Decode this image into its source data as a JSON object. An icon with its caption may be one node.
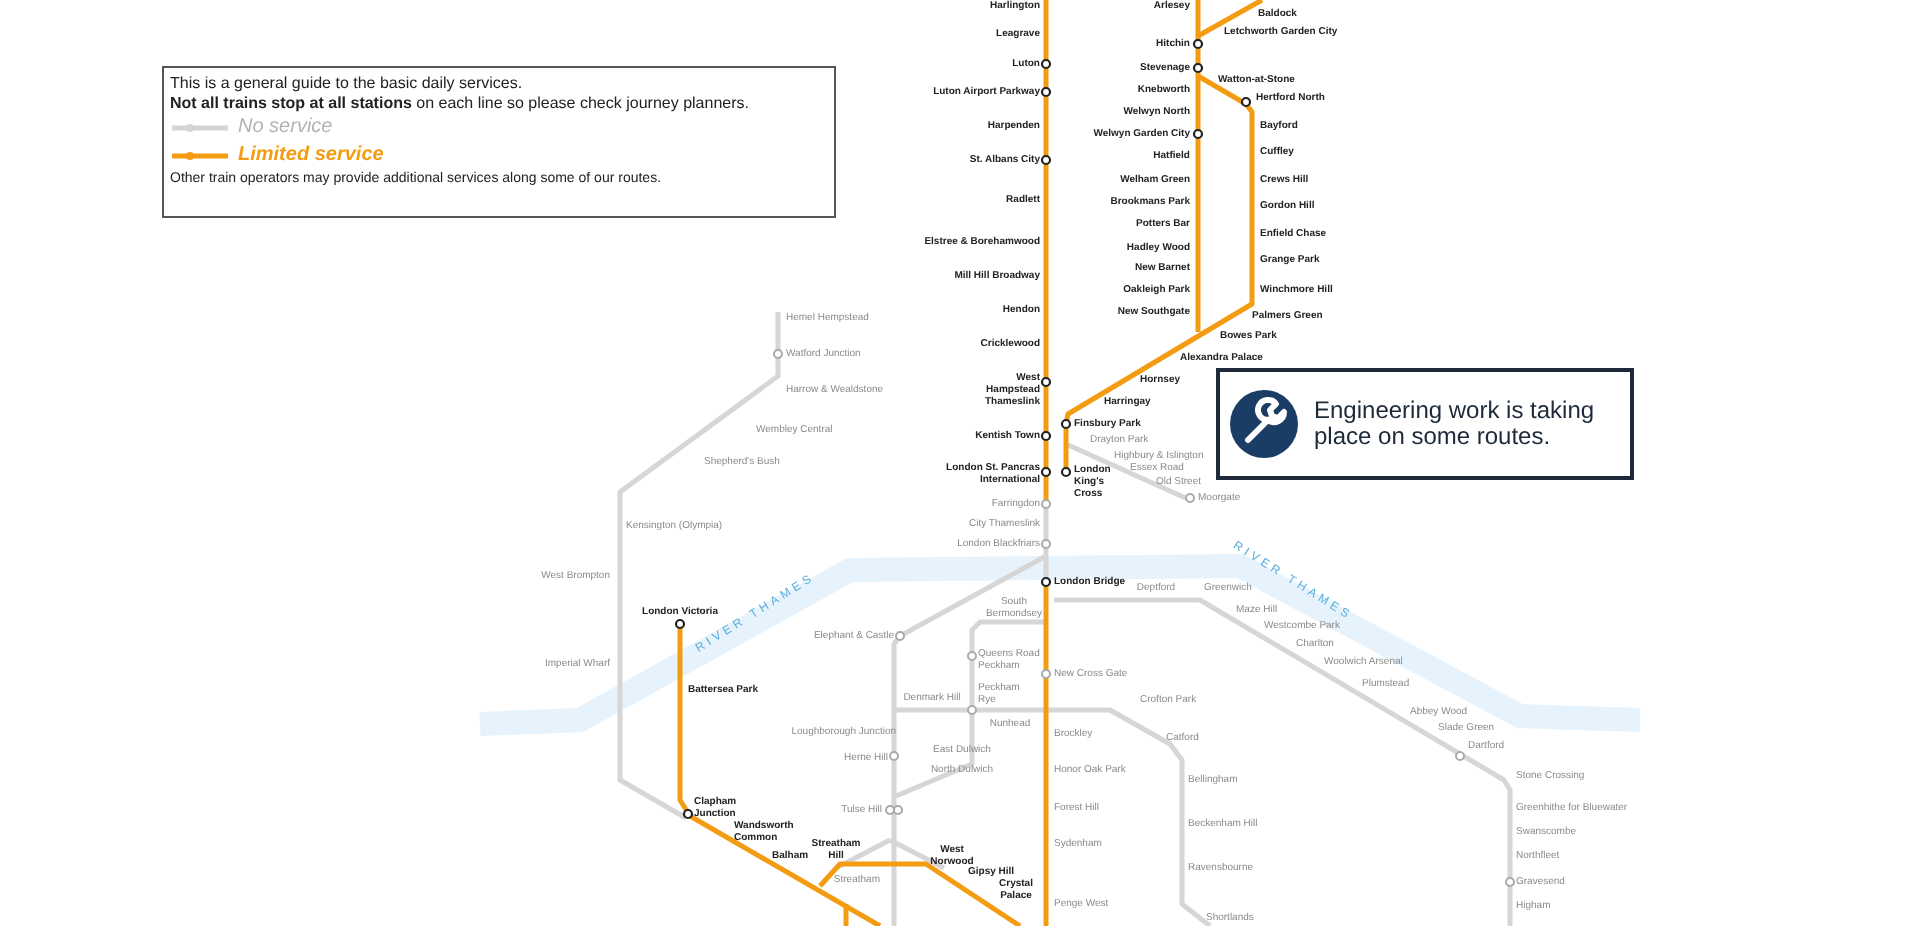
{
  "diagram": {
    "nodes": [
      {
        "text": [
          "This is a general guide to the basic daily services.",
          "**Not all trains stop at all stations** on each line so please check journey planners.",
          "Other train operators may provide additional services along some of our routes."
        ]
      },
      {
        "text": [
          "Engineering work is taking place on some routes."
        ]
      }
    ],
    "labels": [
      "Harlington",
      "Leagrave",
      "Luton",
      "Luton Airport Parkway",
      "Harpenden",
      "St. Albans City",
      "Radlett",
      "Elstree & Borehamwood",
      "Mill Hill Broadway",
      "Hendon",
      "Cricklewood",
      "West Hampstead Thameslink",
      "Kentish Town",
      "London St. Pancras International",
      "Arlesey",
      "Hitchin",
      "Stevenage",
      "Knebworth",
      "Welwyn North",
      "Welwyn Garden City",
      "Hatfield",
      "Welham Green",
      "Brookmans Park",
      "Potters Bar",
      "Hadley Wood",
      "New Barnet",
      "Oakleigh Park",
      "New Southgate",
      "Baldock",
      "Letchworth Garden City",
      "Watton-at-Stone",
      "Hertford North",
      "Bayford",
      "Cuffley",
      "Crews Hill",
      "Gordon Hill",
      "Enfield Chase",
      "Grange Park",
      "Winchmore Hill",
      "Palmers Green",
      "Bowes Park",
      "Alexandra Palace",
      "Hornsey",
      "Harringay",
      "Finsbury Park",
      "London King's Cross",
      "Drayton Park",
      "Highbury & Islington",
      "Essex Road",
      "Old Street",
      "Moorgate",
      "Farringdon",
      "City Thameslink",
      "London Blackfriars",
      "London Bridge",
      "Hemel Hempstead",
      "Watford Junction",
      "Harrow & Wealdstone",
      "Wembley Central",
      "Shepherd's Bush",
      "Kensington (Olympia)",
      "West Brompton",
      "Imperial Wharf",
      "London Victoria",
      "Battersea Park",
      "Clapham Junction",
      "Wandsworth Common",
      "Balham",
      "Streatham Hill",
      "West Norwood",
      "Gipsy Hill",
      "Crystal Palace",
      "South Bermondsey",
      "Elephant & Castle",
      "Queens Road Peckham",
      "Denmark Hill",
      "Peckham Rye",
      "Nunhead",
      "Loughborough Junction",
      "Herne Hill",
      "East Dulwich",
      "North Dulwich",
      "Tulse Hill",
      "Streatham",
      "New Cross Gate",
      "Brockley",
      "Honor Oak Park",
      "Forest Hill",
      "Sydenham",
      "Penge West",
      "Deptford",
      "Greenwich",
      "Maze Hill",
      "Westcombe Park",
      "Charlton",
      "Woolwich Arsenal",
      "Plumstead",
      "Crofton Park",
      "Catford",
      "Abbey Wood",
      "Slade Green",
      "Dartford",
      "Bellingham",
      "Stone Crossing",
      "Beckenham Hill",
      "Ravensbourne",
      "Shortlands",
      "Greenhithe for Bluewater",
      "Swanscombe",
      "Northfleet",
      "Gravesend",
      "Higham",
      "RIVER THAMES",
      "RIVER THAMES"
    ],
    "legend": [
      {
        "text": "No service"
      },
      {
        "text": "Limited service"
      }
    ]
  }
}
